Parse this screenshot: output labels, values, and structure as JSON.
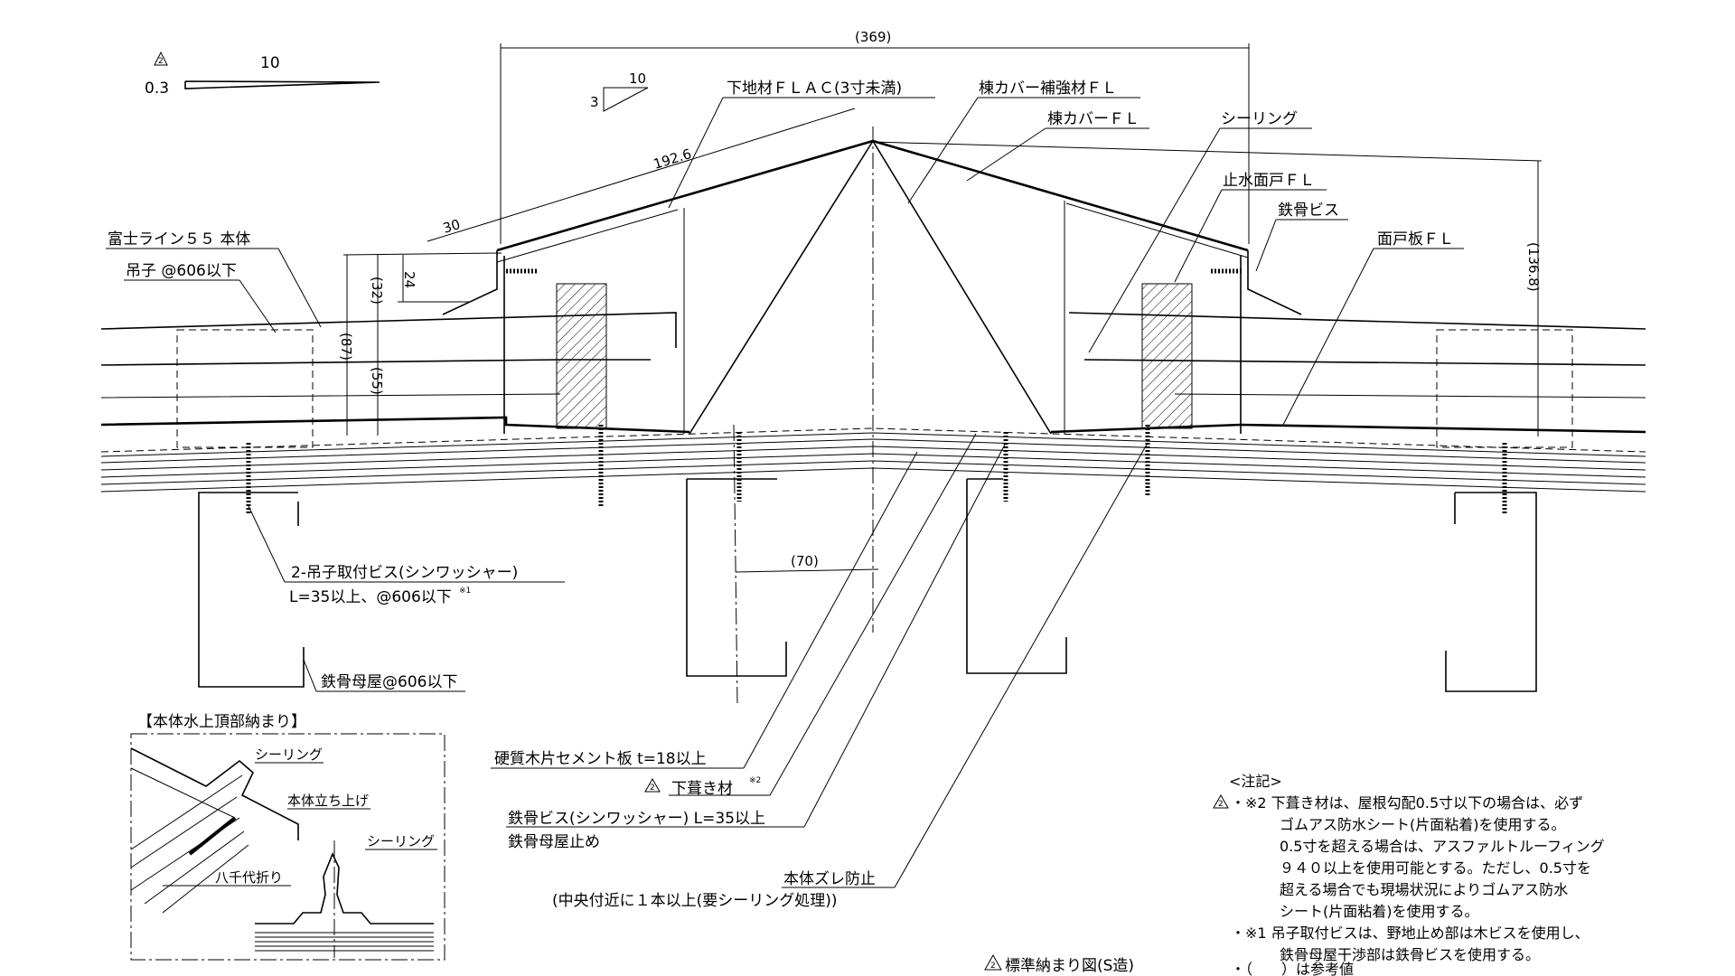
{
  "slope_scale": {
    "mark": "2",
    "run": "10",
    "rise": "0.3"
  },
  "pitch_triangle": {
    "run": "10",
    "rise": "3"
  },
  "dimensions": {
    "overall_width": "(369)",
    "slope_length": "192.6",
    "edge_30": "30",
    "height_24": "24",
    "height_32": "(32)",
    "height_87": "(87)",
    "height_55": "(55)",
    "height_136_8": "(136.8)",
    "offset_70": "(70)"
  },
  "labels": {
    "base_flac": "下地材ＦＬＡＣ(3寸未満)",
    "ridge_reinforcement": "棟カバー補強材ＦＬ",
    "ridge_cover": "棟カバーＦＬ",
    "sealing": "シーリング",
    "water_stop": "止水面戸ＦＬ",
    "steel_screw": "鉄骨ビス",
    "closure_board": "面戸板ＦＬ",
    "main_body": "富士ライン５５ 本体",
    "clip": "吊子 @606以下",
    "clip_screw_1": "2-吊子取付ビス(シンワッシャー)",
    "clip_screw_2": "L=35以上、@606以下",
    "clip_screw_ref": "※1",
    "purlin": "鉄骨母屋@606以下",
    "cement_board": "硬質木片セメント板 t=18以上",
    "underlay_mark": "2",
    "underlay": "下葺き材",
    "underlay_ref": "※2",
    "steel_screw_washer": "鉄骨ビス(シンワッシャー) L=35以上",
    "purlin_fix": "鉄骨母屋止め",
    "slip_prevent": "本体ズレ防止",
    "slip_prevent_note": "(中央付近に１本以上(要シーリング処理))",
    "drawing_mark": "2",
    "drawing_title": "標準納まり図(S造)"
  },
  "inset": {
    "title": "【本体水上頂部納まり】",
    "sealing_1": "シーリング",
    "upstand": "本体立ち上げ",
    "sealing_2": "シーリング",
    "fold": "八千代折り"
  },
  "notes": {
    "heading": "<注記>",
    "mark": "2",
    "lines": [
      "・※2 下葺き材は、屋根勾配0.5寸以下の場合は、必ず",
      "ゴムアス防水シート(片面粘着)を使用する。",
      "0.5寸を超える場合は、アスファルトルーフィング",
      "９４０以上を使用可能とする。ただし、0.5寸を",
      "超える場合でも現場状況によりゴムアス防水",
      "シート(片面粘着)を使用する。",
      "・※1 吊子取付ビスは、野地止め部は木ビスを使用し、",
      "鉄骨母屋干渉部は鉄骨ビスを使用する。",
      "・（　　）は参考値"
    ]
  }
}
